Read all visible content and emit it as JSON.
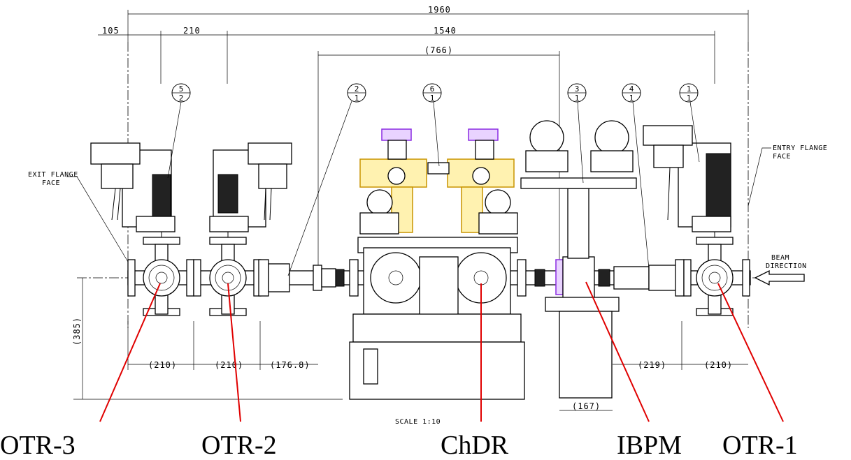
{
  "dimensions": {
    "overall": "1960",
    "d105": "105",
    "d210_top": "210",
    "d1540": "1540",
    "d766": "(766)",
    "d385": "(385)",
    "b210_1": "(210)",
    "b210_2": "(210)",
    "b176": "(176.8)",
    "b219": "(219)",
    "b210_3": "(210)",
    "b167": "(167)"
  },
  "notes": {
    "exit_flange": [
      "EXIT FLANGE",
      "FACE"
    ],
    "entry_flange": [
      "ENTRY FLANGE",
      "FACE"
    ],
    "beam_direction": [
      "BEAM",
      "DIRECTION"
    ],
    "scale": "SCALE  1:10"
  },
  "balloons": [
    {
      "top": "5",
      "bottom": "2"
    },
    {
      "top": "2",
      "bottom": "1"
    },
    {
      "top": "6",
      "bottom": "1"
    },
    {
      "top": "3",
      "bottom": "1"
    },
    {
      "top": "4",
      "bottom": "1"
    },
    {
      "top": "1",
      "bottom": "1"
    }
  ],
  "labels": {
    "otr3": "OTR-3",
    "otr2": "OTR-2",
    "chdr": "ChDR",
    "ibpm": "IBPM",
    "otr1": "OTR-1"
  },
  "colors": {
    "annotation_arrows": "#e00000",
    "chdr_mechanics": "#d4a000",
    "actuator_highlight": "#8a2be2"
  }
}
